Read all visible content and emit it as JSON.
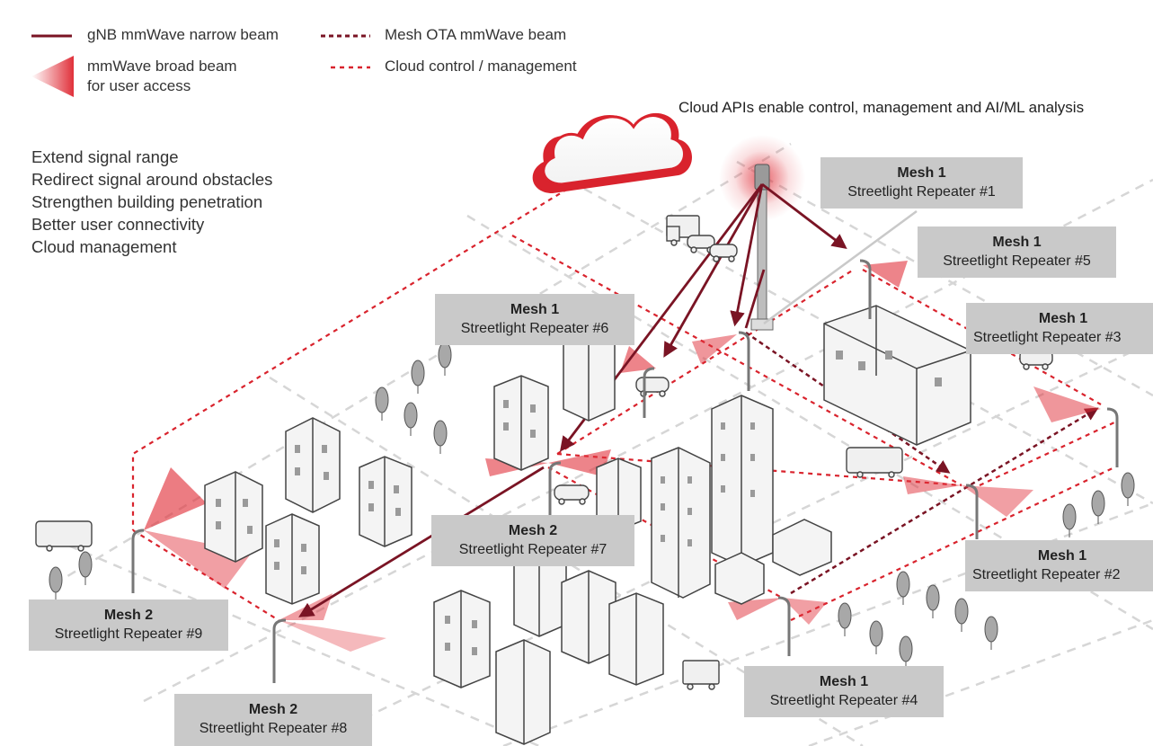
{
  "legend": {
    "narrow_beam": "gNB mmWave narrow beam",
    "mesh_beam": "Mesh OTA mmWave beam",
    "broad_beam_line1": "mmWave broad beam",
    "broad_beam_line2": "for user access",
    "cloud_control": "Cloud control / management"
  },
  "benefits": [
    "Extend signal range",
    "Redirect signal around obstacles",
    "Strengthen building penetration",
    "Better user connectivity",
    "Cloud management"
  ],
  "cloud_note": "Cloud APIs enable control, management and AI/ML analysis",
  "repeaters": [
    {
      "mesh": "Mesh 1",
      "name": "Streetlight Repeater #1"
    },
    {
      "mesh": "Mesh 1",
      "name": "Streetlight Repeater #5"
    },
    {
      "mesh": "Mesh 1",
      "name": "Streetlight Repeater #3"
    },
    {
      "mesh": "Mesh 1",
      "name": "Streetlight Repeater #6"
    },
    {
      "mesh": "Mesh 2",
      "name": "Streetlight Repeater #7"
    },
    {
      "mesh": "Mesh 1",
      "name": "Streetlight Repeater #2"
    },
    {
      "mesh": "Mesh 2",
      "name": "Streetlight Repeater #9"
    },
    {
      "mesh": "Mesh 1",
      "name": "Streetlight Repeater #4"
    },
    {
      "mesh": "Mesh 2",
      "name": "Streetlight Repeater #8"
    }
  ],
  "colors": {
    "narrow_beam": "#7a1424",
    "mesh_beam": "#7a1424",
    "cloud_control": "#d9232d",
    "broad_beam": "#e0303a",
    "label_bg": "#c9c9c9"
  },
  "icons": [
    "cloud-icon",
    "gnb-tower-icon",
    "streetlight-icon",
    "building-icon",
    "tree-icon",
    "car-icon",
    "truck-icon",
    "bus-icon"
  ]
}
